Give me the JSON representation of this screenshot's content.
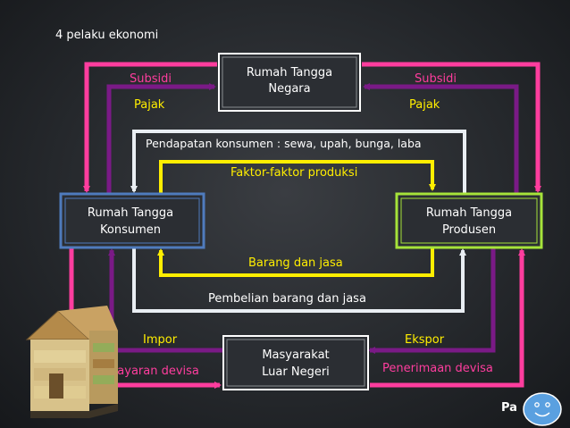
{
  "title": "4 pelaku ekonomi",
  "nodes": {
    "rtn": [
      "Rumah Tangga",
      "Negara"
    ],
    "rtk": [
      "Rumah Tangga",
      "Konsumen"
    ],
    "rtp": [
      "Rumah Tangga",
      "Produsen"
    ],
    "mln": [
      "Masyarakat",
      "Luar Negeri"
    ]
  },
  "flows": {
    "subsidi_left": "Subsidi",
    "subsidi_right": "Subsidi",
    "pajak_left": "Pajak",
    "pajak_right": "Pajak",
    "pendapatan": "Pendapatan konsumen : sewa, upah, bunga, laba",
    "faktor": "Faktor-faktor produksi",
    "barang": "Barang dan jasa",
    "pembelian": "Pembelian barang dan jasa",
    "impor": "Impor",
    "ekspor": "Ekspor",
    "pembayaran": "Pembayaran devisa",
    "penerimaan": "Penerimaan devisa"
  },
  "footer": "Pa",
  "colors": {
    "pink": "#ff3d9e",
    "purple": "#7a1a86",
    "white": "#e9eef3",
    "yellow": "#ffee00",
    "rtk_border": "#4f7bbd",
    "rtp_border": "#a6e33a"
  }
}
